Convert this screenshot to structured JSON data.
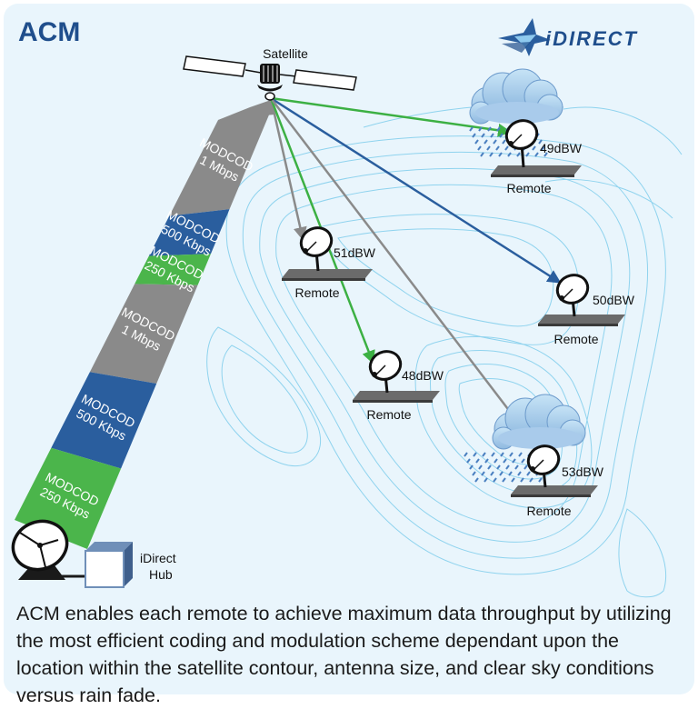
{
  "title": "ACM",
  "logo_text": "iDIRECT",
  "satellite_label": "Satellite",
  "hub_label_1": "iDirect",
  "hub_label_2": "Hub",
  "beam_segments": [
    {
      "line1": "MODCOD",
      "line2": "1 Mbps",
      "color": "#8a8a8a"
    },
    {
      "line1": "MODCOD",
      "line2": "500 Kbps",
      "color": "#2a5e9e"
    },
    {
      "line1": "MODCOD",
      "line2": "250 Kbps",
      "color": "#4bb54b"
    },
    {
      "line1": "MODCOD",
      "line2": "1 Mbps",
      "color": "#8a8a8a"
    },
    {
      "line1": "MODCOD",
      "line2": "500 Kbps",
      "color": "#2a5e9e"
    },
    {
      "line1": "MODCOD",
      "line2": "250 Kbps",
      "color": "#4bb54b"
    }
  ],
  "remotes": [
    {
      "power": "49dBW",
      "label": "Remote",
      "link_color": "#3cb043"
    },
    {
      "power": "51dBW",
      "label": "Remote",
      "link_color": "#8a8a8a"
    },
    {
      "power": "48dBW",
      "label": "Remote",
      "link_color": "#3cb043"
    },
    {
      "power": "50dBW",
      "label": "Remote",
      "link_color": "#2a5e9e"
    },
    {
      "power": "53dBW",
      "label": "Remote",
      "link_color": "#8a8a8a"
    }
  ],
  "caption": "ACM enables each remote to achieve maximum data throughput by utilizing the most efficient coding and modulation scheme dependant upon the location within the satellite contour, antenna size, and clear sky conditions versus rain fade.",
  "colors": {
    "title": "#1f4e8c",
    "background": "#e9f5fc",
    "contour": "#8fd3ee",
    "green": "#3cb043",
    "blue": "#2a5e9e",
    "gray": "#8a8a8a"
  }
}
